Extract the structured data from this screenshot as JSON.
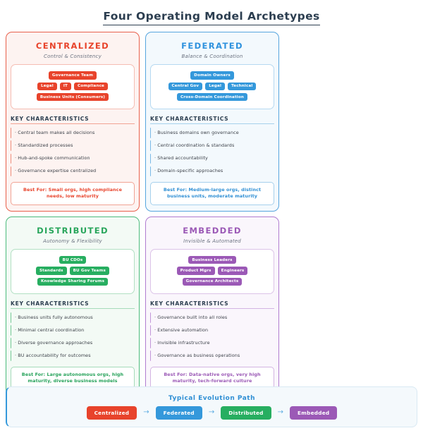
{
  "page": {
    "title": "Four Operating Model Archetypes"
  },
  "labels": {
    "key_characteristics": "KEY CHARACTERISTICS"
  },
  "cards": [
    {
      "id": "centralized",
      "theme": "t-red",
      "accent": "#E8432B",
      "title": "CENTRALIZED",
      "subtitle": "Control & Consistency",
      "structure": [
        [
          "Governance Team"
        ],
        [
          "Legal",
          "IT",
          "Compliance"
        ],
        [
          "Business Units (Consumers)"
        ]
      ],
      "characteristics": [
        "· Central team makes all decisions",
        "· Standardized processes",
        "· Hub-and-spoke communication",
        "· Governance expertise centralized"
      ],
      "best_for": "Best For: Small orgs, high compliance needs, low maturity"
    },
    {
      "id": "federated",
      "theme": "t-blue",
      "accent": "#3498DB",
      "title": "FEDERATED",
      "subtitle": "Balance & Coordination",
      "structure": [
        [
          "Domain Owners"
        ],
        [
          "Central Gov",
          "Legal",
          "Technical"
        ],
        [
          "Cross-Domain Coordination"
        ]
      ],
      "characteristics": [
        "· Business domains own governance",
        "· Central coordination & standards",
        "· Shared accountability",
        "· Domain-specific approaches"
      ],
      "best_for": "Best For: Medium-large orgs, distinct business units, moderate maturity"
    },
    {
      "id": "distributed",
      "theme": "t-green",
      "accent": "#27AE60",
      "title": "DISTRIBUTED",
      "subtitle": "Autonomy & Flexibility",
      "structure": [
        [
          "BU CDOs"
        ],
        [
          "Standards",
          "BU Gov Teams"
        ],
        [
          "Knowledge Sharing Forums"
        ]
      ],
      "characteristics": [
        "· Business units fully autonomous",
        "· Minimal central coordination",
        "· Diverse governance approaches",
        "· BU accountability for outcomes"
      ],
      "best_for": "Best For: Large autonomous orgs, high maturity, diverse business models"
    },
    {
      "id": "embedded",
      "theme": "t-purple",
      "accent": "#9B59B6",
      "title": "EMBEDDED",
      "subtitle": "Invisible & Automated",
      "structure": [
        [
          "Business Leaders"
        ],
        [
          "Product Mgrs",
          "Engineers"
        ],
        [
          "Governance Architects"
        ]
      ],
      "characteristics": [
        "· Governance built into all roles",
        "· Extensive automation",
        "· Invisible infrastructure",
        "· Governance as business operations"
      ],
      "best_for": "Best For: Data-native orgs, very high maturity, tech-forward culture"
    }
  ],
  "evolution": {
    "title": "Typical Evolution Path",
    "arrow_glyph": "→",
    "steps": [
      {
        "label": "Centralized",
        "color": "#E8432B"
      },
      {
        "label": "Federated",
        "color": "#3498DB"
      },
      {
        "label": "Distributed",
        "color": "#27AE60"
      },
      {
        "label": "Embedded",
        "color": "#9B59B6"
      }
    ]
  }
}
